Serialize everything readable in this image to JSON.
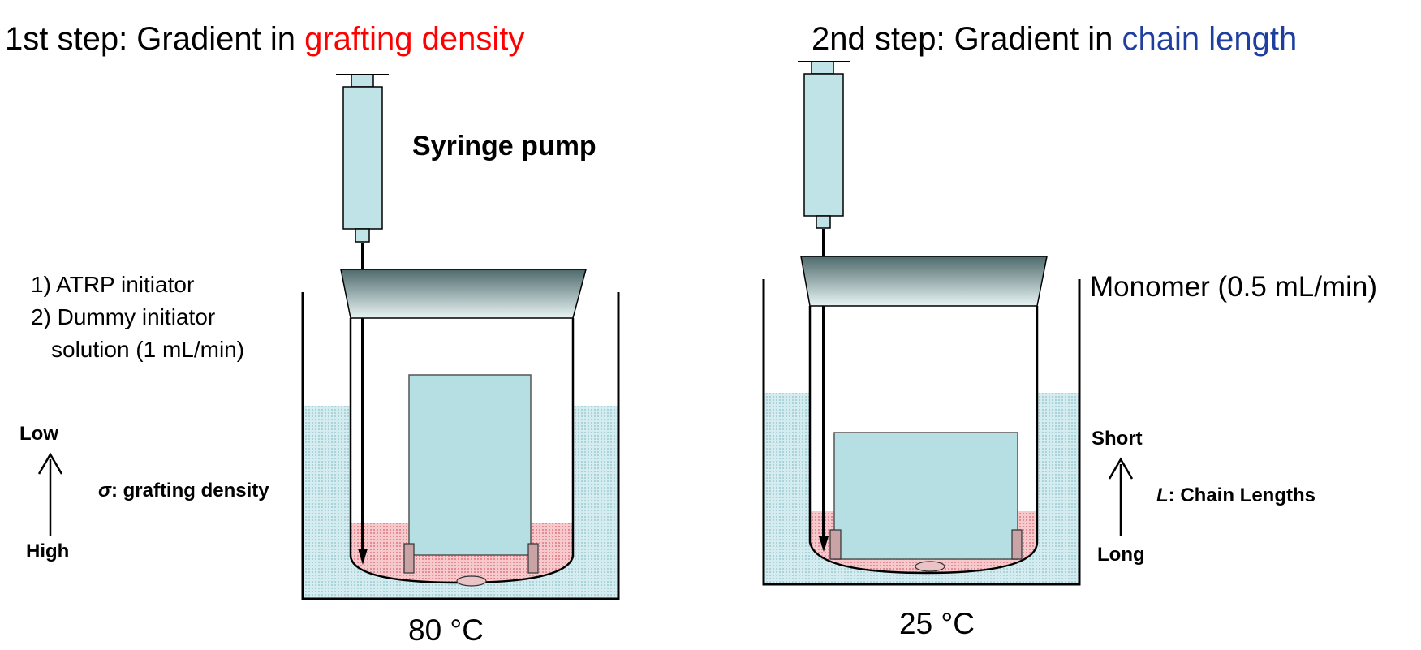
{
  "panel1": {
    "title_prefix": "1st step: Gradient in ",
    "title_highlight": "grafting density",
    "highlight_color": "#ff0000",
    "pump_label": "Syringe pump",
    "solution_line1": "1) ATRP initiator",
    "solution_line2": "2) Dummy initiator",
    "solution_line3": "solution (1 mL/min)",
    "gradient_top": "Low",
    "gradient_bottom": "High",
    "gradient_symbol": "σ",
    "gradient_label": ": grafting density",
    "temperature": "80 °C"
  },
  "panel2": {
    "title_prefix": "2nd step: Gradient in ",
    "title_highlight": "chain length",
    "highlight_color": "#1f3fa0",
    "solution_label": "Monomer (0.5 mL/min)",
    "gradient_top": "Short",
    "gradient_bottom": "Long",
    "gradient_symbol": "L",
    "gradient_label": ": Chain Lengths",
    "temperature": "25 °C"
  },
  "colors": {
    "water": "#c9e6ea",
    "syringe": "#bfe3e6",
    "substrate": "#b5dfe2",
    "red_solution": "#f2b8bd",
    "lid_dark": "#4f6a6c",
    "lid_light": "#e8f4f4"
  }
}
